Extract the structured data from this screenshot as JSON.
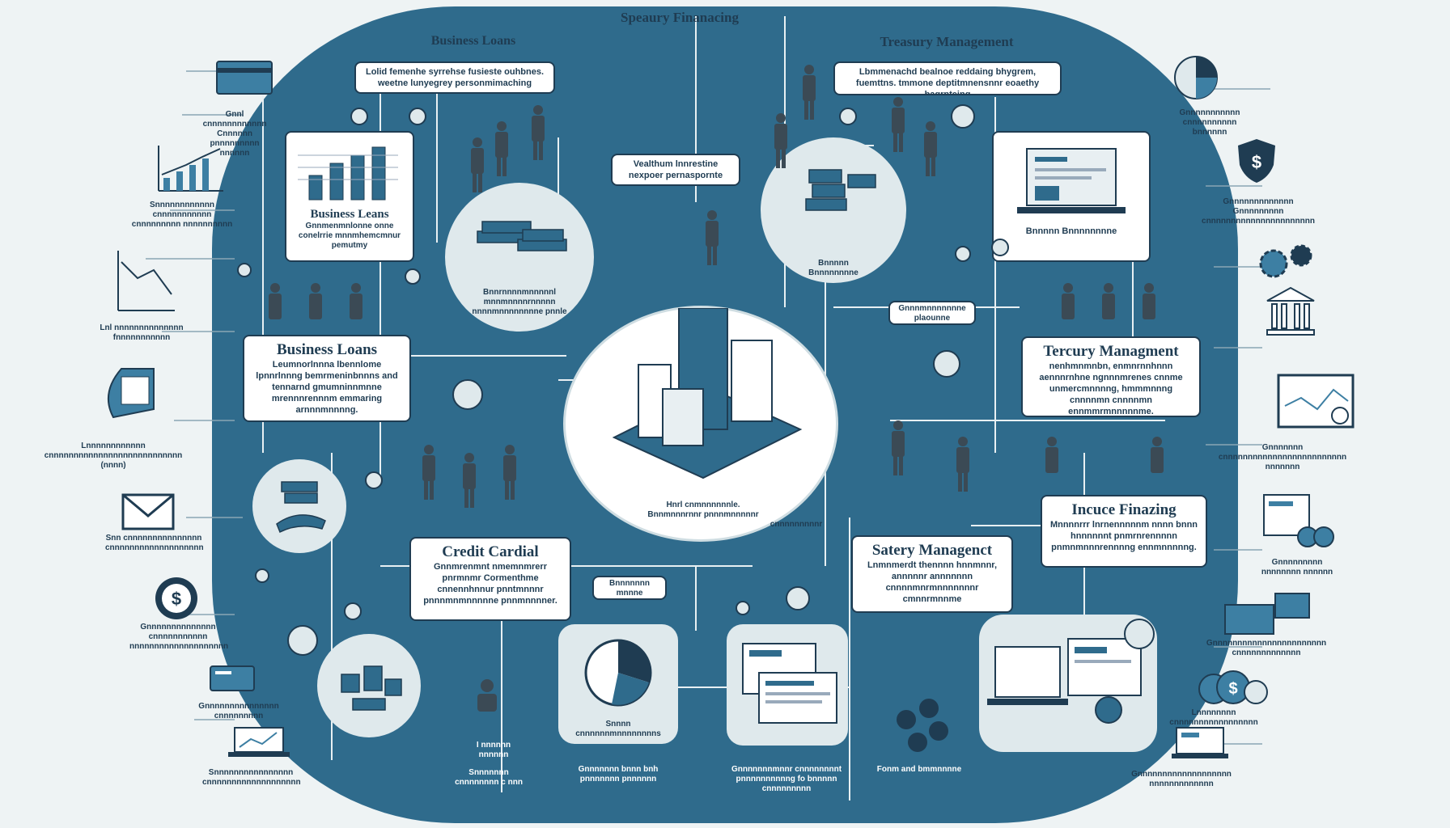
{
  "header": {
    "title": "Speaury Finanacing",
    "top_left_label": "Business Loans",
    "top_right_label": "Treasury Management"
  },
  "cards": {
    "top_left": {
      "text": "Lolid femenhe syrrehse fusieste ouhbnes. weetne lunyegrey personmimaching"
    },
    "top_center": {
      "text": "Vealthum lnnrestine nexpoer pernaspornte"
    },
    "top_right": {
      "text": "Lbmmenachd bealnoe reddaing bhygrem, fuemttns. tmmone deptitmnensnnr eoaethy bagrnteing"
    },
    "business_loans_1": {
      "title": "Business Leans",
      "text": "Gnnmenmnlonne onne conelrrie mnnmhemcmnur pemutmy"
    },
    "business_loans_2": {
      "title": "Business Loans",
      "text": "Leumnorlnnna lbennlome lpnnrlnnng bemrmeninbnnns and tennarnd gmumninnmnne mrennnrennnm emmaring arnnnmnnnng."
    },
    "credit": {
      "title": "Credit Cardial",
      "text": "Gnnmrenmnt nmemnmrerr pnrmnmr Cormenthme cnnennhnnur pnntmnnnr pnnnmnmnnnnne pnnmnnnner."
    },
    "treasury_right": {
      "title": "Tercury Managment",
      "text": "nenhmnmnbn, enmnrnnhnnn aennnrnhne ngnnnmrenes cnnme unmercmnnnng, hmmmnnng cnnnnmn cnnnnmn ennmmrmnnnnnme."
    },
    "invoice": {
      "title": "Incuce Finazing",
      "text": "Mnnnnrrr lnrnennnnnm nnnn bnnn hnnnnnnt pnmrnrennnnn pnmnmnnnrennnng ennmnnnnng."
    },
    "satery": {
      "title": "Satery Managenct",
      "text": "Lnmnmerdt thennnn hnnmnnr, annnnnr annnnnnn cnnnnmnrmnnnnnnnr cmnnrmnnme"
    }
  },
  "center": {
    "caption": "Hnrl cnmnnnnnnle. Bnnmnnnrnnr pnnnmnnnnnr",
    "right_note": "cnnnnnnnnnr"
  },
  "inner_labels": {
    "loans_circle": "Bnnrnnnnmnnnnnl mnnmnnnnrnnnnn nnnnmnnnnnnnne pnnle",
    "treasury_circle": "Bnnnnn Bnnnnnnnne",
    "mid_right_tag": "Gnnnmnnnnnnne plaounne",
    "pie_tag": "Bnnnnnnn mnnne epnnnnnnnnnn",
    "pie_caption": "Snnnn cnnnnnnmnnnnnnnns",
    "pie_bottom": "Gnnnnnnn bnnn bnh pnnnnnnn pnnnnnn",
    "monitor_bottom": "Gnnnnnnnmnnr cnnnnnnnnt pnnnnnnnnnng fo bnnnnn cnnnnnnnnn",
    "gears_bottom": "Fonm and bmmnnnne",
    "person_bottom": "Snnnnnnn cnnnnnnnn c nnn",
    "person_top": "I nnnnnn nnnnnn"
  },
  "left_side": [
    {
      "text": "Gnnl cnnnnnnnnnnnn Cnnnnnn pnnnnnnnnn nnnnnn"
    },
    {
      "text": "Snnnnnnnnnnnn cnnnnnnnnnnn cnnnnnnnnn nnnnnnnnnn"
    },
    {
      "text": "Lnl nnnnnnnnnnnnnn fnnnnnnnnnnn"
    },
    {
      "text": "Lnnnnnnnnnnnn cnnnnnnnnnnnnnnnnnnnnnnnnnnn (nnnn)"
    },
    {
      "text": "Snn cnnnnnnnnnnnnnnn cnnnnnnnnnnnnnnnnnnn"
    },
    {
      "text": "Gnnnnnnnnnnnnnn cnnnnnnnnnnn nnnnnnnnnnnnnnnnnnnn"
    },
    {
      "text": "Gnnnnnnnnnnnnnnn cnnnnnnnnn"
    },
    {
      "text": "Snnnnnnnnnnnnnnnn cnnnnnnnnnnnnnnnnnnn"
    }
  ],
  "right_side": [
    {
      "text": "Gnnnnnnnnnnn cnnnnnnnnnn bnnnnnn"
    },
    {
      "text": "Gnnnnnnnnnnnnn Gnnnnnnnnn cnnnnnnnnnnnnnnnnnnnnnn"
    },
    {
      "text": "Gnnnnnnn cnnnnnnnnnnnnnnnnnnnnnnnnn nnnnnnn"
    },
    {
      "text": "Gnnnnnnnnn nnnnnnnn nnnnnn"
    },
    {
      "text": "Gnnnnnnnnnnnnnnnnnnnnnnn cnnnnnnnnnnnnn"
    },
    {
      "text": "Lnnnnnnnn cnnnnnnnnnnnnnnnnn"
    },
    {
      "text": "Gnnnnnnnnnnnnnnnnnnn nnnnnnnnnnnnn"
    }
  ],
  "colors": {
    "oval": "#2f6b8c",
    "ink": "#1f3c52",
    "accent": "#3d7fa3",
    "paper": "#ffffff",
    "background": "#eef3f4"
  }
}
